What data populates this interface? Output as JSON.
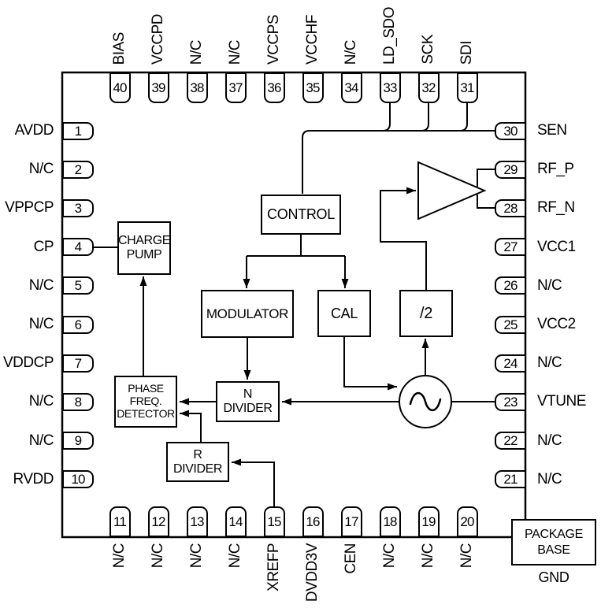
{
  "diagram": {
    "colors": {
      "line": "#000000",
      "background": "#ffffff"
    },
    "blocks": {
      "control": "CONTROL",
      "modulator": "MODULATOR",
      "cal": "CAL",
      "div2": "/2",
      "charge_pump": "CHARGE\nPUMP",
      "phase_freq_detector": "PHASE\nFREQ.\nDETECTOR",
      "n_divider": "N\nDIVIDER",
      "r_divider": "R\nDIVIDER"
    },
    "package": {
      "base_label": "PACKAGE\nBASE",
      "ground_label": "GND"
    },
    "pins": {
      "top": [
        {
          "number": "40",
          "label": "BIAS"
        },
        {
          "number": "39",
          "label": "VCCPD"
        },
        {
          "number": "38",
          "label": "N/C"
        },
        {
          "number": "37",
          "label": "N/C"
        },
        {
          "number": "36",
          "label": "VCCPS"
        },
        {
          "number": "35",
          "label": "VCCHF"
        },
        {
          "number": "34",
          "label": "N/C"
        },
        {
          "number": "33",
          "label": "LD_SDO"
        },
        {
          "number": "32",
          "label": "SCK"
        },
        {
          "number": "31",
          "label": "SDI"
        }
      ],
      "left": [
        {
          "number": "1",
          "label": "AVDD"
        },
        {
          "number": "2",
          "label": "N/C"
        },
        {
          "number": "3",
          "label": "VPPCP"
        },
        {
          "number": "4",
          "label": "CP"
        },
        {
          "number": "5",
          "label": "N/C"
        },
        {
          "number": "6",
          "label": "N/C"
        },
        {
          "number": "7",
          "label": "VDDCP"
        },
        {
          "number": "8",
          "label": "N/C"
        },
        {
          "number": "9",
          "label": "N/C"
        },
        {
          "number": "10",
          "label": "RVDD"
        }
      ],
      "right": [
        {
          "number": "30",
          "label": "SEN"
        },
        {
          "number": "29",
          "label": "RF_P"
        },
        {
          "number": "28",
          "label": "RF_N"
        },
        {
          "number": "27",
          "label": "VCC1"
        },
        {
          "number": "26",
          "label": "N/C"
        },
        {
          "number": "25",
          "label": "VCC2"
        },
        {
          "number": "24",
          "label": "N/C"
        },
        {
          "number": "23",
          "label": "VTUNE"
        },
        {
          "number": "22",
          "label": "N/C"
        },
        {
          "number": "21",
          "label": "N/C"
        }
      ],
      "bottom": [
        {
          "number": "11",
          "label": "N/C"
        },
        {
          "number": "12",
          "label": "N/C"
        },
        {
          "number": "13",
          "label": "N/C"
        },
        {
          "number": "14",
          "label": "N/C"
        },
        {
          "number": "15",
          "label": "XREFP"
        },
        {
          "number": "16",
          "label": "DVDD3V"
        },
        {
          "number": "17",
          "label": "CEN"
        },
        {
          "number": "18",
          "label": "N/C"
        },
        {
          "number": "19",
          "label": "N/C"
        },
        {
          "number": "20",
          "label": "N/C"
        }
      ]
    }
  }
}
